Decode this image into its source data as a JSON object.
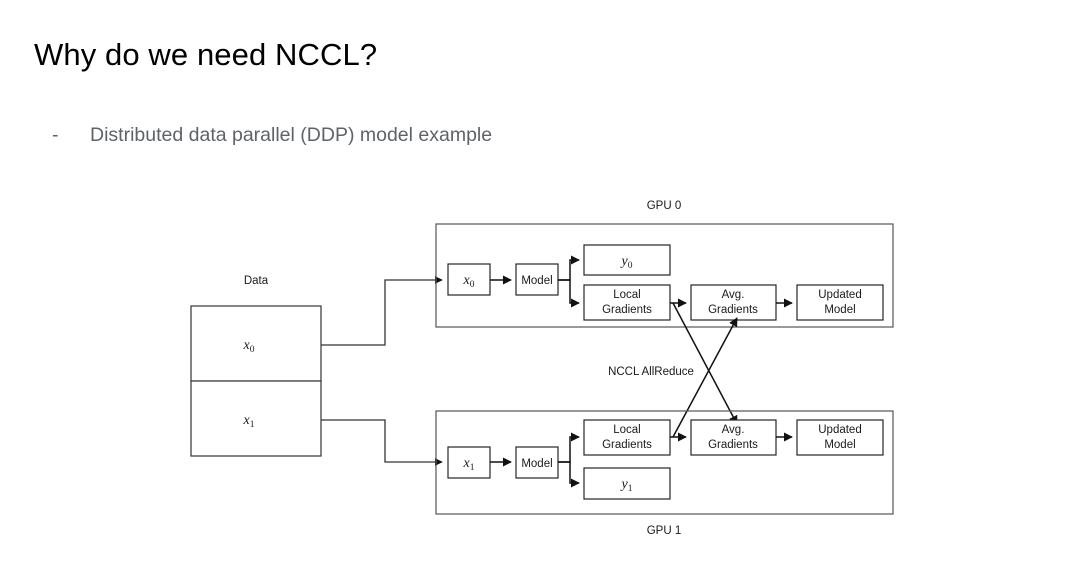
{
  "slide": {
    "title": "Why do we need NCCL?",
    "bullet": {
      "marker": "-",
      "text": "Distributed data parallel (DDP) model example"
    },
    "background_color": "#ffffff",
    "title_color": "#000000",
    "bullet_color": "#5f6368"
  },
  "diagram": {
    "data_source": {
      "label": "Data",
      "cells": [
        {
          "base": "x",
          "sub": "0"
        },
        {
          "base": "x",
          "sub": "1"
        }
      ]
    },
    "middle_label": "NCCL AllReduce",
    "panels": [
      {
        "title": "GPU 0",
        "title_position": "above",
        "input": {
          "base": "x",
          "sub": "0"
        },
        "model_label": "Model",
        "top_branch": {
          "type": "output",
          "base": "y",
          "sub": "0"
        },
        "bottom_branch": {
          "type": "gradients",
          "line1": "Local",
          "line2": "Gradients"
        },
        "avg_box": {
          "line1": "Avg.",
          "line2": "Gradients"
        },
        "updated_box": {
          "line1": "Updated",
          "line2": "Model"
        }
      },
      {
        "title": "GPU 1",
        "title_position": "below",
        "input": {
          "base": "x",
          "sub": "1"
        },
        "model_label": "Model",
        "top_branch": {
          "type": "gradients",
          "line1": "Local",
          "line2": "Gradients"
        },
        "bottom_branch": {
          "type": "output",
          "base": "y",
          "sub": "1"
        },
        "avg_box": {
          "line1": "Avg.",
          "line2": "Gradients"
        },
        "updated_box": {
          "line1": "Updated",
          "line2": "Model"
        }
      }
    ]
  }
}
